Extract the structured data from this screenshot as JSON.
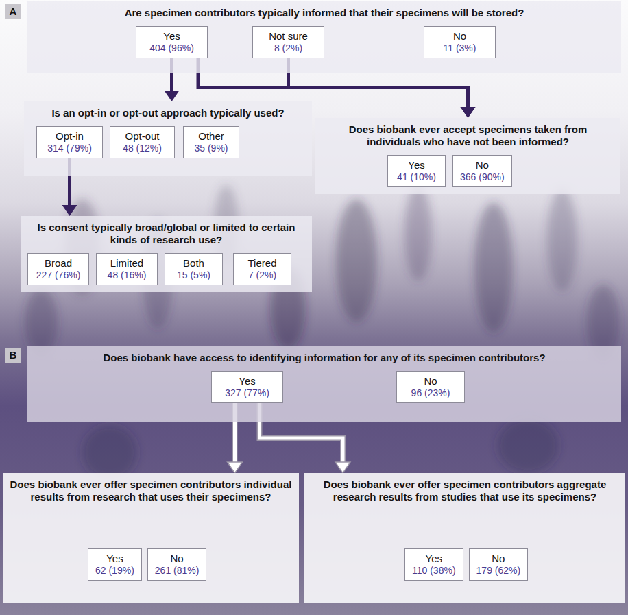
{
  "diagram": {
    "nodes": [
      {
        "text": [
          "Are specimen contributors typically informed that their specimens will be stored?"
        ]
      },
      {
        "text": [
          "Yes",
          "404 (96%)"
        ],
        "in": 0
      },
      {
        "text": [
          "Not sure",
          "8 (2%)"
        ],
        "in": 0
      },
      {
        "text": [
          "No",
          "11 (3%)"
        ],
        "in": 0
      },
      {
        "text": [
          "Is an opt-in or opt-out approach typically used?"
        ]
      },
      {
        "text": [
          "Opt-in",
          "314 (79%)"
        ],
        "in": 4
      },
      {
        "text": [
          "Opt-out",
          "48 (12%)"
        ],
        "in": 4
      },
      {
        "text": [
          "Other",
          "35 (9%)"
        ],
        "in": 4
      },
      {
        "text": [
          "Does biobank ever accept specimens taken from individuals who have not been informed?"
        ]
      },
      {
        "text": [
          "Yes",
          "41 (10%)"
        ],
        "in": 8
      },
      {
        "text": [
          "No",
          "366 (90%)"
        ],
        "in": 8
      },
      {
        "text": [
          "Is consent typically broad/global or limited to certain kinds of research use?"
        ]
      },
      {
        "text": [
          "Broad",
          "227 (76%)"
        ],
        "in": 11
      },
      {
        "text": [
          "Limited",
          "48 (16%)"
        ],
        "in": 11
      },
      {
        "text": [
          "Both",
          "15 (5%)"
        ],
        "in": 11
      },
      {
        "text": [
          "Tiered",
          "7 (2%)"
        ],
        "in": 11
      },
      {
        "text": [
          "Does biobank have access to identifying information for any of its specimen contributors?"
        ]
      },
      {
        "text": [
          "Yes",
          "327 (77%)"
        ],
        "in": 16
      },
      {
        "text": [
          "No",
          "96 (23%)"
        ],
        "in": 16
      },
      {
        "text": [
          "Does biobank ever offer specimen contributors individual results from research that uses their specimens?"
        ]
      },
      {
        "text": [
          "Yes",
          "62 (19%)"
        ],
        "in": 19
      },
      {
        "text": [
          "No",
          "261 (81%)"
        ],
        "in": 19
      },
      {
        "text": [
          "Does biobank ever offer specimen contributors aggregate research results from studies that use its specimens?"
        ]
      },
      {
        "text": [
          "Yes",
          "110 (38%)"
        ],
        "in": 22
      },
      {
        "text": [
          "No",
          "179 (62%)"
        ],
        "in": 22
      }
    ],
    "edges": [
      {
        "from": 1,
        "to": 4,
        "arrow": "to"
      },
      {
        "from": 1,
        "to": 8,
        "arrow": "to"
      },
      {
        "from": 2,
        "to": 8,
        "arrow": "to"
      },
      {
        "from": 5,
        "to": 11,
        "arrow": "to"
      },
      {
        "from": 17,
        "to": 19,
        "arrow": "to"
      },
      {
        "from": 17,
        "to": 22,
        "arrow": "to"
      }
    ],
    "labels": [
      "A",
      "B"
    ]
  }
}
